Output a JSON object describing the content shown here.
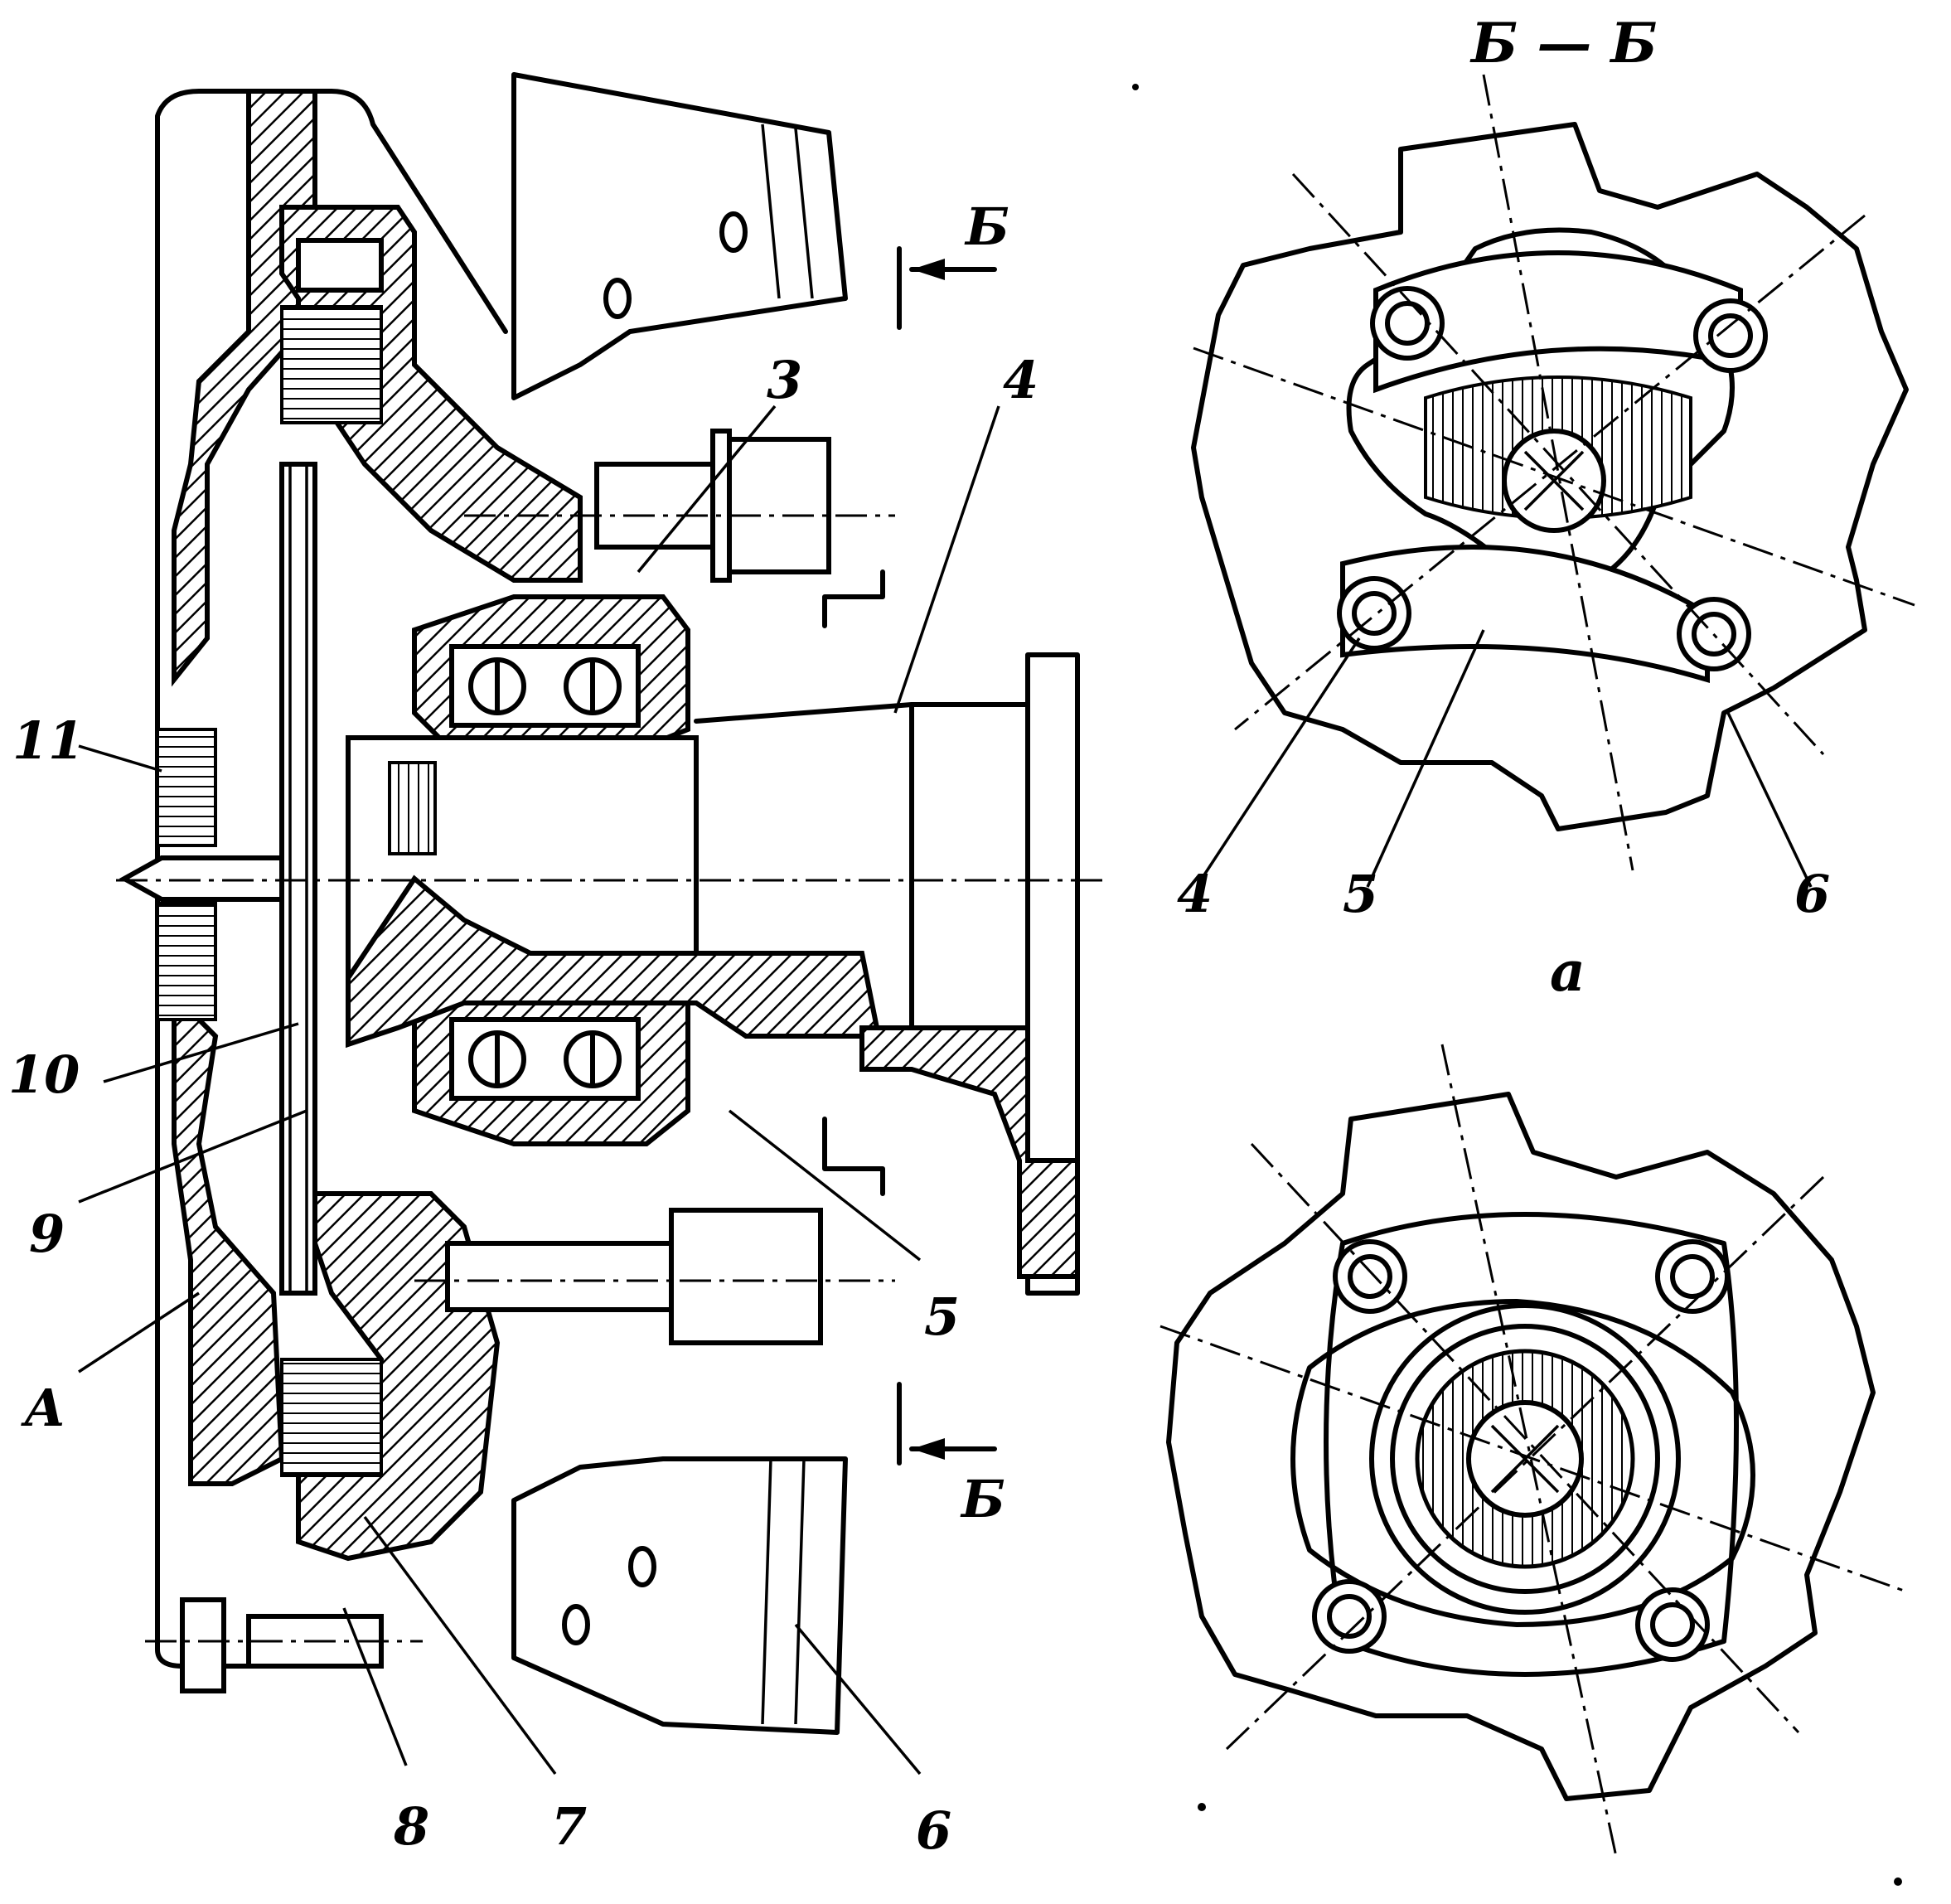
{
  "labels": {
    "l1": "11",
    "l2": "10",
    "l3": "9",
    "l4": "A",
    "l5": "8",
    "l6": "7",
    "l7": "6",
    "l8": "5",
    "l9": "4",
    "l10": "3",
    "l11": "Б",
    "l12": "Б"
  },
  "section": {
    "title": "Б — Б",
    "view_a_label": "a",
    "part_4": "4",
    "part_5": "5",
    "part_6": "6"
  }
}
